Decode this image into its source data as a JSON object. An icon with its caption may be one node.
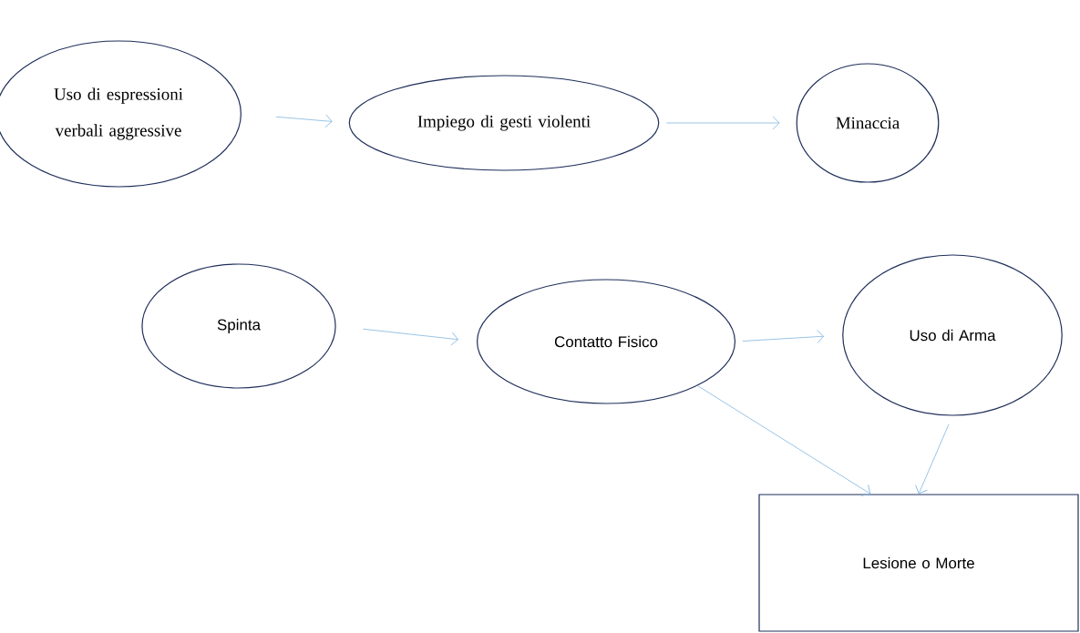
{
  "diagram": {
    "nodes": [
      {
        "text": [
          "Uso di espressioni verbali aggressive"
        ]
      },
      {
        "text": [
          "Impiego di gesti violenti"
        ]
      },
      {
        "text": [
          "Minaccia"
        ]
      },
      {
        "text": [
          "Spinta"
        ]
      },
      {
        "text": [
          "Contatto Fisico"
        ]
      },
      {
        "text": [
          "Uso di Arma"
        ]
      },
      {
        "text": [
          "Lesione o Morte"
        ]
      }
    ],
    "edges": [
      {
        "from": 0,
        "to": 1,
        "arrow": "to"
      },
      {
        "from": 1,
        "to": 2,
        "arrow": "to"
      },
      {
        "from": 3,
        "to": 4,
        "arrow": "to"
      },
      {
        "from": 4,
        "to": 5,
        "arrow": "to"
      },
      {
        "from": 4,
        "to": 6,
        "arrow": "to"
      },
      {
        "from": 5,
        "to": 6,
        "arrow": "to"
      }
    ]
  }
}
